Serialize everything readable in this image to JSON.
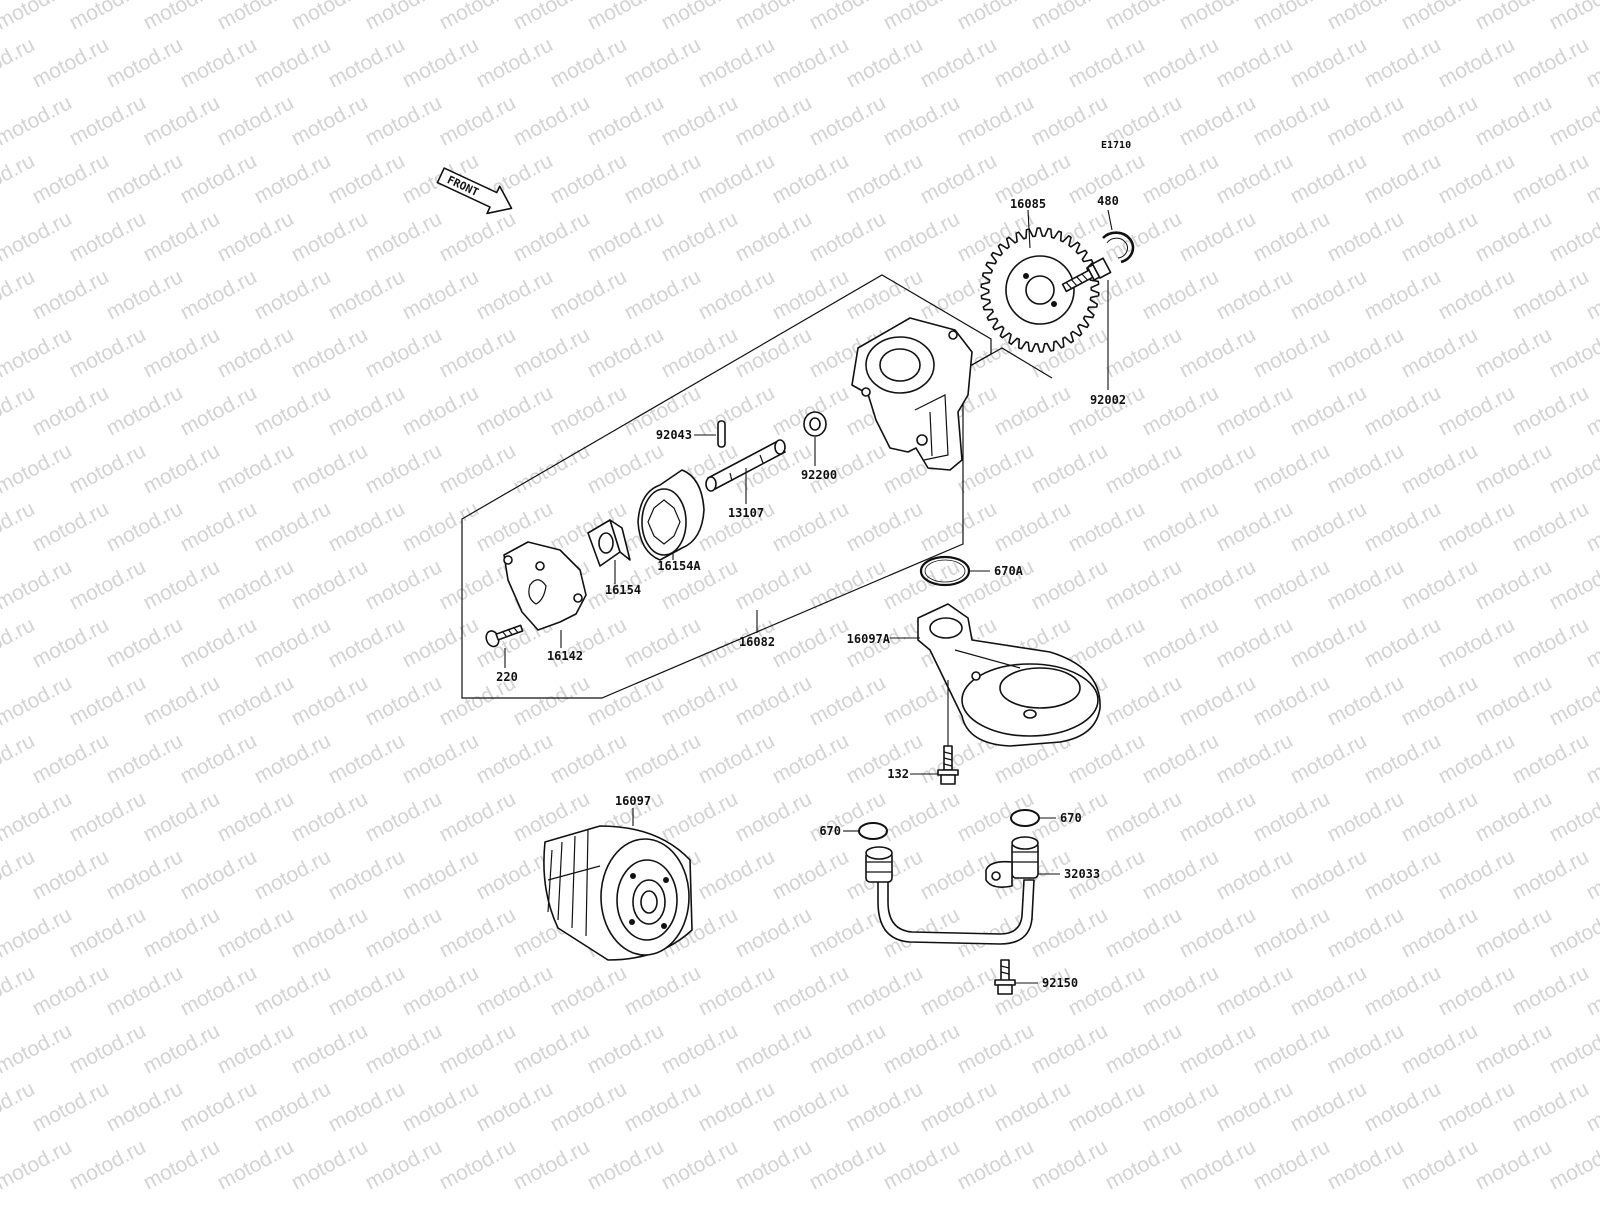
{
  "watermark": {
    "text": "motod.ru",
    "color": "#d3d3d3"
  },
  "diagram": {
    "ref_code": "E1710",
    "front_label": "FRONT",
    "parts": [
      {
        "id": "16085",
        "label": "16085"
      },
      {
        "id": "480",
        "label": "480"
      },
      {
        "id": "92002",
        "label": "92002"
      },
      {
        "id": "92043",
        "label": "92043"
      },
      {
        "id": "92200",
        "label": "92200"
      },
      {
        "id": "13107",
        "label": "13107"
      },
      {
        "id": "16154A",
        "label": "16154A"
      },
      {
        "id": "16154",
        "label": "16154"
      },
      {
        "id": "16142",
        "label": "16142"
      },
      {
        "id": "16082",
        "label": "16082"
      },
      {
        "id": "220",
        "label": "220"
      },
      {
        "id": "670A",
        "label": "670A"
      },
      {
        "id": "16097A",
        "label": "16097A"
      },
      {
        "id": "132",
        "label": "132"
      },
      {
        "id": "16097",
        "label": "16097"
      },
      {
        "id": "670-left",
        "label": "670"
      },
      {
        "id": "670-right",
        "label": "670"
      },
      {
        "id": "32033",
        "label": "32033"
      },
      {
        "id": "92150",
        "label": "92150"
      }
    ]
  }
}
